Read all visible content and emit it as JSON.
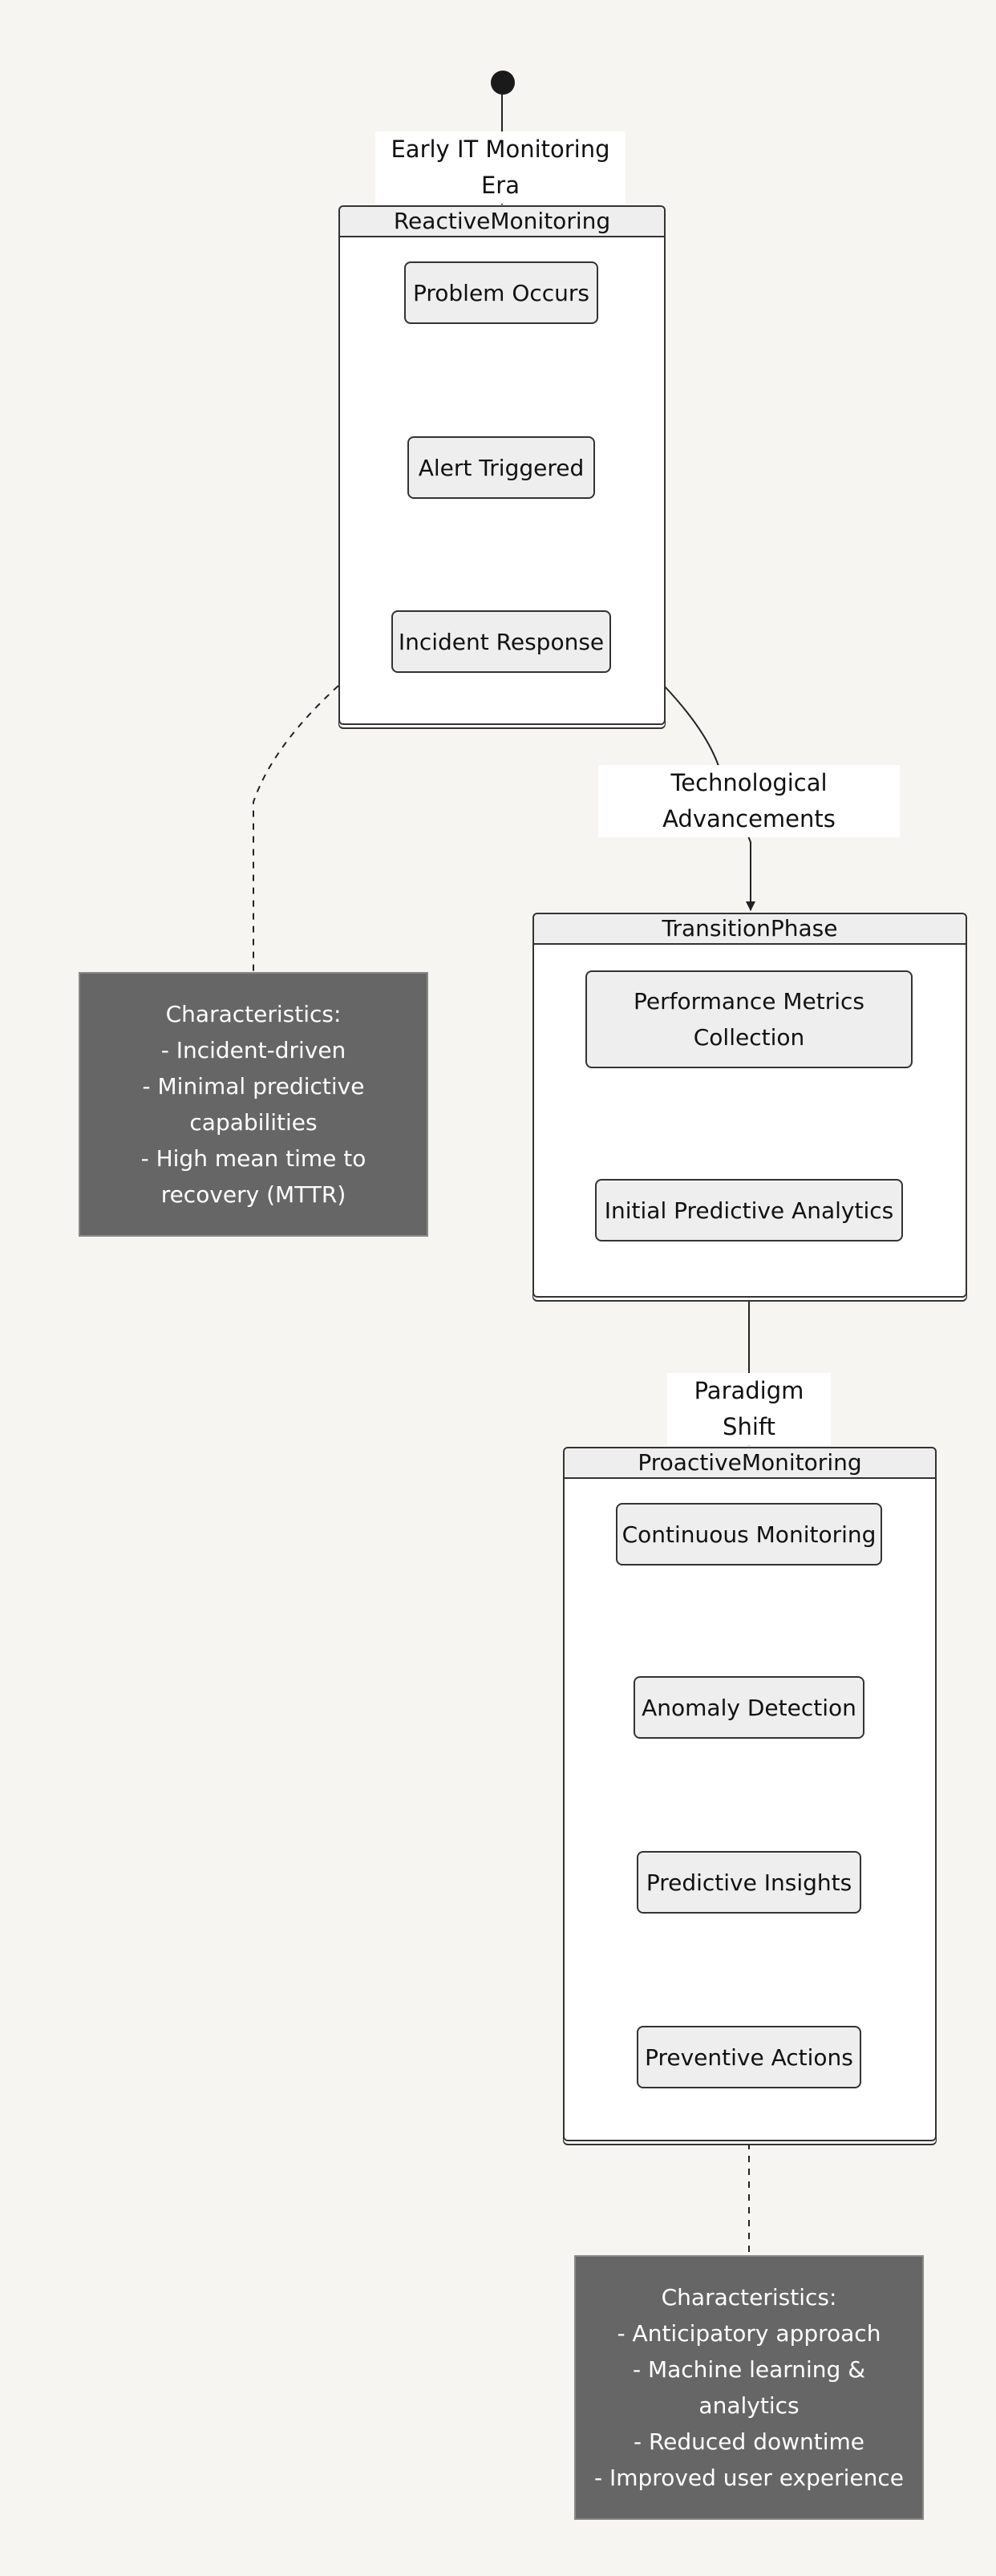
{
  "transitions": {
    "start_to_reactive": "Early IT Monitoring Era",
    "reactive_to_transition": [
      "Technological",
      "Advancements"
    ],
    "transition_to_proactive": "Paradigm Shift"
  },
  "reactive": {
    "title": "ReactiveMonitoring",
    "states": [
      "Problem Occurs",
      "Alert Triggered",
      "Incident Response"
    ]
  },
  "transition": {
    "title": "TransitionPhase",
    "states": [
      [
        "Performance Metrics",
        "Collection"
      ],
      "Initial Predictive Analytics"
    ]
  },
  "proactive": {
    "title": "ProactiveMonitoring",
    "states": [
      "Continuous Monitoring",
      "Anomaly Detection",
      "Predictive Insights",
      "Preventive Actions"
    ]
  },
  "notes": {
    "reactive": [
      "Characteristics:",
      "- Incident-driven",
      "- Minimal predictive",
      "capabilities",
      "- High mean time to",
      "recovery (MTTR)"
    ],
    "proactive": [
      "Characteristics:",
      "- Anticipatory approach",
      "- Machine learning &",
      "analytics",
      "- Reduced downtime",
      "- Improved user experience"
    ]
  }
}
